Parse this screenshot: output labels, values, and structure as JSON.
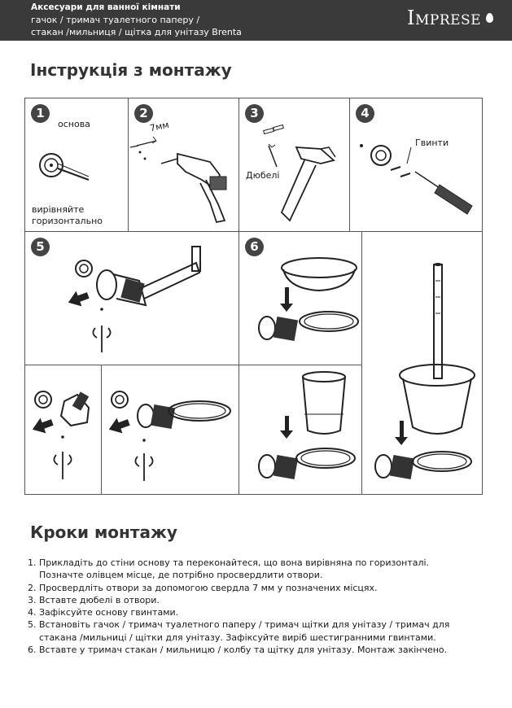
{
  "header": {
    "line1": "Аксесуари для ванної кімнати",
    "line2": "гачок / тримач туалетного паперу /",
    "line3": "стакан /мильниця / щітка для унітазу Brenta",
    "brand_first": "I",
    "brand_rest": "MPRESE",
    "bg_color": "#3a3a3a"
  },
  "section_install": {
    "title": "Інструкція з монтажу"
  },
  "panels": [
    {
      "number": "1",
      "label_base": "основа",
      "label_level": "вирівняйте\nгоризонтально"
    },
    {
      "number": "2",
      "label_drill": "7мм"
    },
    {
      "number": "3",
      "label_dowels": "Дюбелі"
    },
    {
      "number": "4",
      "label_screws": "Гвинти"
    },
    {
      "number": "5"
    },
    {
      "number": "6"
    }
  ],
  "section_steps": {
    "title": "Кроки монтажу",
    "items": [
      "1. Прикладіть до стіни основу та переконайтеся, що вона вирівняна по горизонталі.",
      "    Позначте олівцем місце, де потрібно просвердлити отвори.",
      "2. Просвердліть отвори за допомогою свердла 7 мм у позначених місцях.",
      "3. Вставте дюбелі в отвори.",
      "4. Зафіксуйте основу гвинтами.",
      "5. Встановіть гачок / тримач туалетного паперу / тримач щітки для унітазу / тримач для",
      "    стакана /мильниці / щітки для унітазу. Зафіксуйте виріб шестигранними гвинтами.",
      "6. Вставте у тримач стакан / мильницю / колбу та щітку для унітазу. Монтаж закінчено."
    ]
  }
}
